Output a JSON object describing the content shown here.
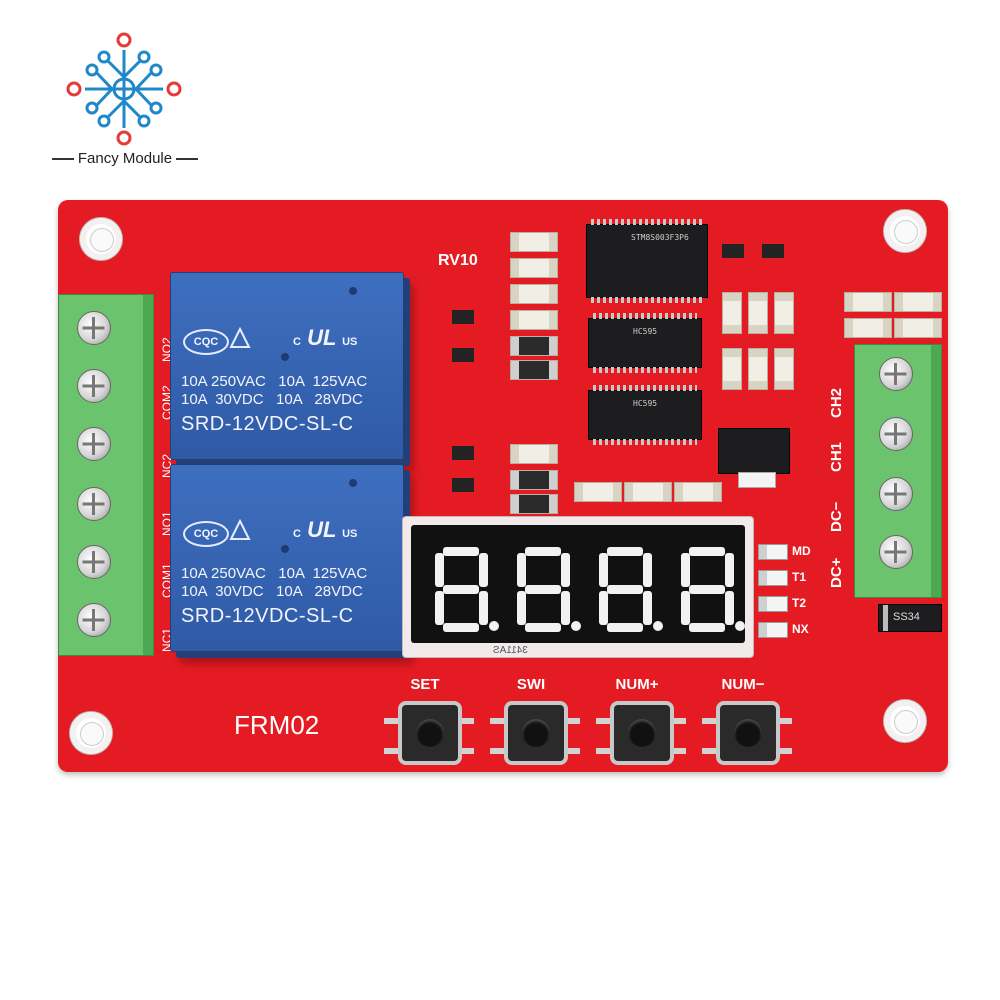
{
  "brand": {
    "name": "Fancy Module"
  },
  "board": {
    "model": "FRM02",
    "pot_label": "RV10",
    "relay": {
      "rating_line1": "10A 250VAC   10A  125VAC",
      "rating_line2": "10A  30VDC   10A   28VDC",
      "model": "SRD-12VDC-SL-C",
      "cert_cqc": "CQC",
      "cert_ul_suffix": "US",
      "cert_c": "C"
    },
    "left_terminal_labels": [
      "NC1",
      "COM1",
      "NO1",
      "NC2",
      "COM2",
      "NO2"
    ],
    "right_terminal_labels": [
      "DC+",
      "DC−",
      "CH1",
      "CH2"
    ],
    "diode_label": "SS34",
    "display": {
      "digits": "8.8.8.8",
      "code": "3411AS"
    },
    "leds": [
      "MD",
      "T1",
      "T2",
      "NX"
    ],
    "buttons": [
      "SET",
      "SWI",
      "NUM+",
      "NUM−"
    ],
    "chip_labels": {
      "u1": "STM8S003F3P6",
      "u2": "HC595",
      "u3": "HC595"
    }
  },
  "colors": {
    "pcb": "#e41b23",
    "relay": "#3566b3",
    "terminal": "#6cc36e",
    "logo_blue": "#1e88c8",
    "logo_red": "#e53a3a"
  }
}
